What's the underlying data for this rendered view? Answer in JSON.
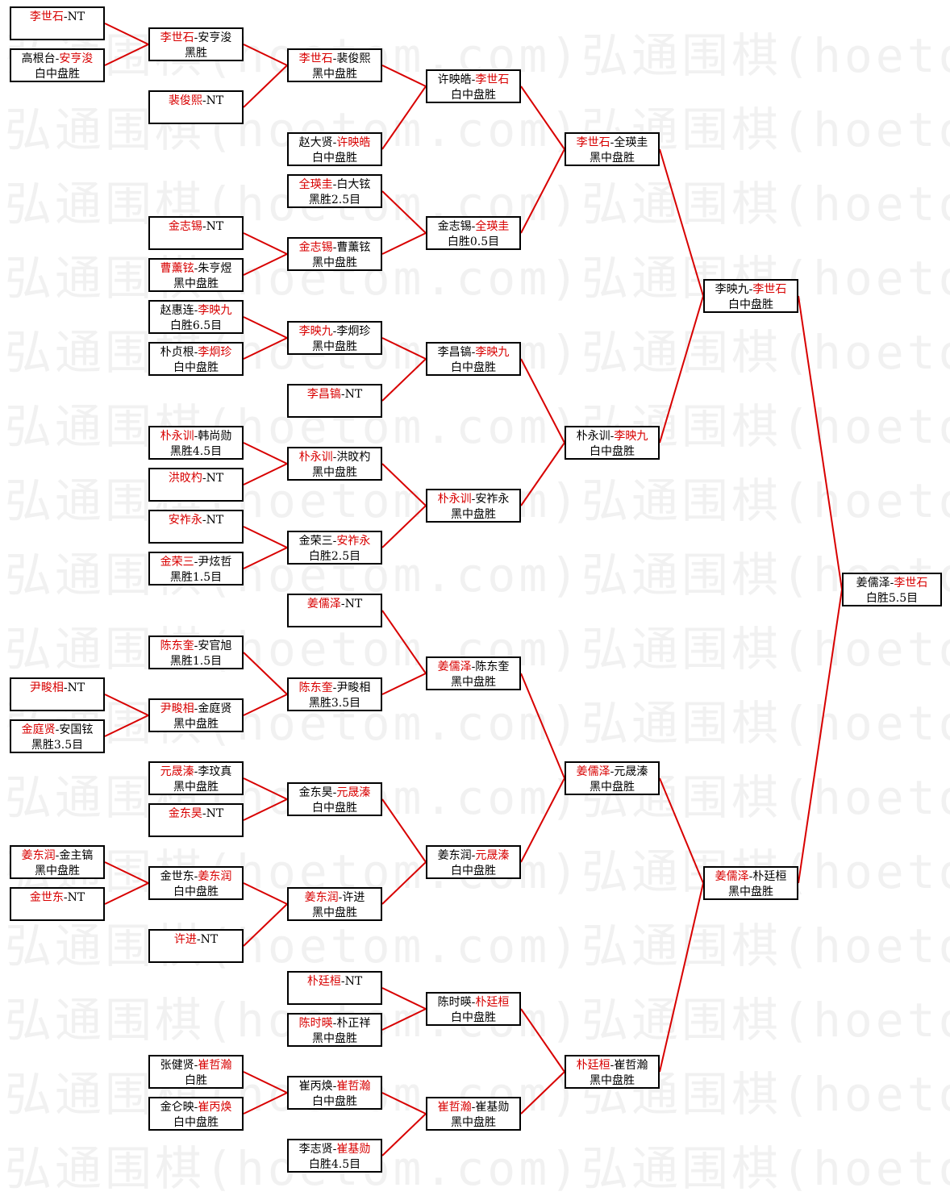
{
  "watermark": "弘通围棋(hoetom.com)弘通围棋(hoetom.",
  "round1": [
    {
      "b": "李世石",
      "w": "NT",
      "res": "",
      "win": "b"
    },
    {
      "b": "高根台",
      "w": "安亨浚",
      "res": "白中盘胜",
      "win": "w"
    },
    {
      "b": "尹畯相",
      "w": "NT",
      "res": "",
      "win": "b"
    },
    {
      "b": "金庭贤",
      "w": "安国铉",
      "res": "黑胜3.5目",
      "win": "b"
    },
    {
      "b": "姜东润",
      "w": "金主镐",
      "res": "黑中盘胜",
      "win": "b"
    },
    {
      "b": "金世东",
      "w": "NT",
      "res": "",
      "win": "b"
    }
  ],
  "round2": [
    {
      "b": "李世石",
      "w": "安亨浚",
      "res": "黑胜",
      "win": "b"
    },
    {
      "b": "裴俊熙",
      "w": "NT",
      "res": "",
      "win": "b"
    },
    {
      "b": "金志锡",
      "w": "NT",
      "res": "",
      "win": "b"
    },
    {
      "b": "曹薰铉",
      "w": "朱亨煜",
      "res": "黑中盘胜",
      "win": "b"
    },
    {
      "b": "赵惠连",
      "w": "李映九",
      "res": "白胜6.5目",
      "win": "w"
    },
    {
      "b": "朴贞根",
      "w": "李炯珍",
      "res": "白中盘胜",
      "win": "w"
    },
    {
      "b": "朴永训",
      "w": "韩尚勋",
      "res": "黑胜4.5目",
      "win": "b"
    },
    {
      "b": "洪旼杓",
      "w": "NT",
      "res": "",
      "win": "b"
    },
    {
      "b": "安祚永",
      "w": "NT",
      "res": "",
      "win": "b"
    },
    {
      "b": "金荣三",
      "w": "尹炫哲",
      "res": "黑胜1.5目",
      "win": "b"
    },
    {
      "b": "陈东奎",
      "w": "安官旭",
      "res": "黑胜1.5目",
      "win": "b"
    },
    {
      "b": "尹畯相",
      "w": "金庭贤",
      "res": "黑中盘胜",
      "win": "b"
    },
    {
      "b": "元晟溱",
      "w": "李玟真",
      "res": "黑中盘胜",
      "win": "b"
    },
    {
      "b": "金东昊",
      "w": "NT",
      "res": "",
      "win": "b"
    },
    {
      "b": "金世东",
      "w": "姜东润",
      "res": "白中盘胜",
      "win": "w"
    },
    {
      "b": "许进",
      "w": "NT",
      "res": "",
      "win": "b"
    },
    {
      "b": "张健贤",
      "w": "崔哲瀚",
      "res": "白胜",
      "win": "w"
    },
    {
      "b": "金仑映",
      "w": "崔丙焕",
      "res": "白中盘胜",
      "win": "w"
    }
  ],
  "round3": [
    {
      "b": "李世石",
      "w": "裴俊熙",
      "res": "黑中盘胜",
      "win": "b"
    },
    {
      "b": "赵大贤",
      "w": "许映皓",
      "res": "白中盘胜",
      "win": "w"
    },
    {
      "b": "全瑛圭",
      "w": "白大铉",
      "res": "黑胜2.5目",
      "win": "b"
    },
    {
      "b": "金志锡",
      "w": "曹薰铉",
      "res": "黑中盘胜",
      "win": "b"
    },
    {
      "b": "李映九",
      "w": "李炯珍",
      "res": "黑中盘胜",
      "win": "b"
    },
    {
      "b": "李昌镐",
      "w": "NT",
      "res": "",
      "win": "b"
    },
    {
      "b": "朴永训",
      "w": "洪旼杓",
      "res": "黑中盘胜",
      "win": "b"
    },
    {
      "b": "金荣三",
      "w": "安祚永",
      "res": "白胜2.5目",
      "win": "w"
    },
    {
      "b": "姜儒泽",
      "w": "NT",
      "res": "",
      "win": "b"
    },
    {
      "b": "陈东奎",
      "w": "尹畯相",
      "res": "黑胜3.5目",
      "win": "b"
    },
    {
      "b": "金东昊",
      "w": "元晟溱",
      "res": "白中盘胜",
      "win": "w"
    },
    {
      "b": "姜东润",
      "w": "许进",
      "res": "黑中盘胜",
      "win": "b"
    },
    {
      "b": "朴廷桓",
      "w": "NT",
      "res": "",
      "win": "b"
    },
    {
      "b": "陈时暎",
      "w": "朴正祥",
      "res": "黑中盘胜",
      "win": "b"
    },
    {
      "b": "崔丙焕",
      "w": "崔哲瀚",
      "res": "白中盘胜",
      "win": "w"
    },
    {
      "b": "李志贤",
      "w": "崔基勋",
      "res": "白胜4.5目",
      "win": "w"
    }
  ],
  "round4": [
    {
      "b": "许映皓",
      "w": "李世石",
      "res": "白中盘胜",
      "win": "w"
    },
    {
      "b": "金志锡",
      "w": "全瑛圭",
      "res": "白胜0.5目",
      "win": "w"
    },
    {
      "b": "李昌镐",
      "w": "李映九",
      "res": "白中盘胜",
      "win": "w"
    },
    {
      "b": "朴永训",
      "w": "安祚永",
      "res": "黑中盘胜",
      "win": "b"
    },
    {
      "b": "姜儒泽",
      "w": "陈东奎",
      "res": "黑中盘胜",
      "win": "b"
    },
    {
      "b": "姜东润",
      "w": "元晟溱",
      "res": "白中盘胜",
      "win": "w"
    },
    {
      "b": "陈时暎",
      "w": "朴廷桓",
      "res": "白中盘胜",
      "win": "w"
    },
    {
      "b": "崔哲瀚",
      "w": "崔基勋",
      "res": "黑中盘胜",
      "win": "b"
    }
  ],
  "round5": [
    {
      "b": "李世石",
      "w": "全瑛圭",
      "res": "黑中盘胜",
      "win": "b"
    },
    {
      "b": "朴永训",
      "w": "李映九",
      "res": "白中盘胜",
      "win": "w"
    },
    {
      "b": "姜儒泽",
      "w": "元晟溱",
      "res": "黑中盘胜",
      "win": "b"
    },
    {
      "b": "朴廷桓",
      "w": "崔哲瀚",
      "res": "黑中盘胜",
      "win": "b"
    }
  ],
  "round6": [
    {
      "b": "李映九",
      "w": "李世石",
      "res": "白中盘胜",
      "win": "w"
    },
    {
      "b": "姜儒泽",
      "w": "朴廷桓",
      "res": "黑中盘胜",
      "win": "b"
    }
  ],
  "final": [
    {
      "b": "姜儒泽",
      "w": "李世石",
      "res": "白胜5.5目",
      "win": "w"
    }
  ],
  "colors": {
    "winner": "#d80000",
    "line": "#d80000",
    "border": "#000000",
    "watermark": "#f1f1f1"
  }
}
